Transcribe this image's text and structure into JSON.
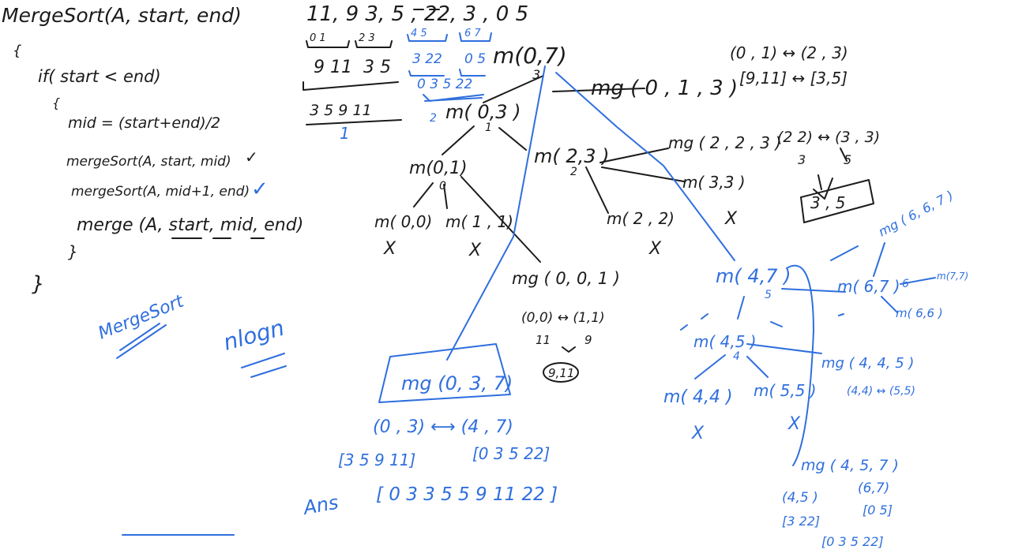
{
  "pseudocode": {
    "signature": "MergeSort(A, start, end)",
    "open_brace": "{",
    "if_line": "if( start < end)",
    "inner_open": "{",
    "mid_line": "mid = (start+end)/2",
    "call_left": "mergeSort(A, start, mid)",
    "call_right": "mergeSort(A, mid+1, end)",
    "call_merge": "merge (A, start, mid, end)",
    "check": "✓",
    "inner_close": "}",
    "close_brace": "}"
  },
  "notes": {
    "mergesort": "MergeSort",
    "complexity": "nlogn"
  },
  "array_top": {
    "values": "11, 9  3, 5 ,  22, 3 , 0 5",
    "idx_a": "0  1",
    "idx_b": "2  3",
    "idx_c": "4     5",
    "idx_d": "6  7",
    "row2_a": "9 11",
    "row2_b": "3 5",
    "row2_c": "3 22",
    "row2_d": "0 5",
    "row3_a": "3  5   9  11",
    "row3_b": "0 3  5 22",
    "row4": "1"
  },
  "tree": {
    "m07": "m(0,7)",
    "n3": "3",
    "mg013": "mg ( 0 , 1 , 3 )",
    "p01_23": "(0 , 1) ↔ (2 , 3)",
    "p511_35": "[9,11] ↔ [3,5]",
    "m03": "m( 0,3 )",
    "pre2": "2",
    "n1": "1",
    "m01": "m(0,1)",
    "n0": "0",
    "m00": "m( 0,0)",
    "m11": "m( 1 , 1)",
    "x1": "X",
    "x2": "X",
    "m23": "m( 2,3 )",
    "n2": "2",
    "mg223": "mg ( 2 , 2 , 3 )",
    "p22_33": "(2 2) ↔ (3 , 3)",
    "v3": "3",
    "v5": "5",
    "box35": "3 , 5",
    "m33": "m( 3,3 )",
    "m22": "m( 2 , 2)",
    "x3": "X",
    "x4": "X",
    "mg001": "mg ( 0, 0, 1 )",
    "p00_11": "(0,0) ↔ (1,1)",
    "v11": "11",
    "v9": "9",
    "res911": "9,11",
    "mg037": "mg (0, 3, 7)",
    "p03_47": "(0 , 3) ⟷ (4 , 7)",
    "left_arr": "[3 5  9 11]",
    "right_arr": "[0 3 5 22]",
    "ans_label": "Ans",
    "ans": "[ 0   3   3   5   5   9   11   22 ]",
    "m47": "m( 4,7 )",
    "n5": "5",
    "m67": "m( 6,7 )",
    "n6": "6",
    "mg667": "mg ( 6, 6, 7 )",
    "m77": "m(7,7)",
    "m66": "m( 6,6 )",
    "m45": "m( 4,5 )",
    "n4": "4",
    "mg445": "mg ( 4, 4, 5 )",
    "p44_55": "(4,4) ↔ (5,5)",
    "m44": "m( 4,4 )",
    "m55": "m( 5,5 )",
    "x5": "X",
    "x6": "X",
    "mg4567": "mg ( 4, 5, 7 )",
    "p45": "(4,5 )",
    "p67": "(6,7)",
    "a322": "[3 22]",
    "a05": "[0 5]",
    "a03522": "[0 3 5 22]"
  }
}
